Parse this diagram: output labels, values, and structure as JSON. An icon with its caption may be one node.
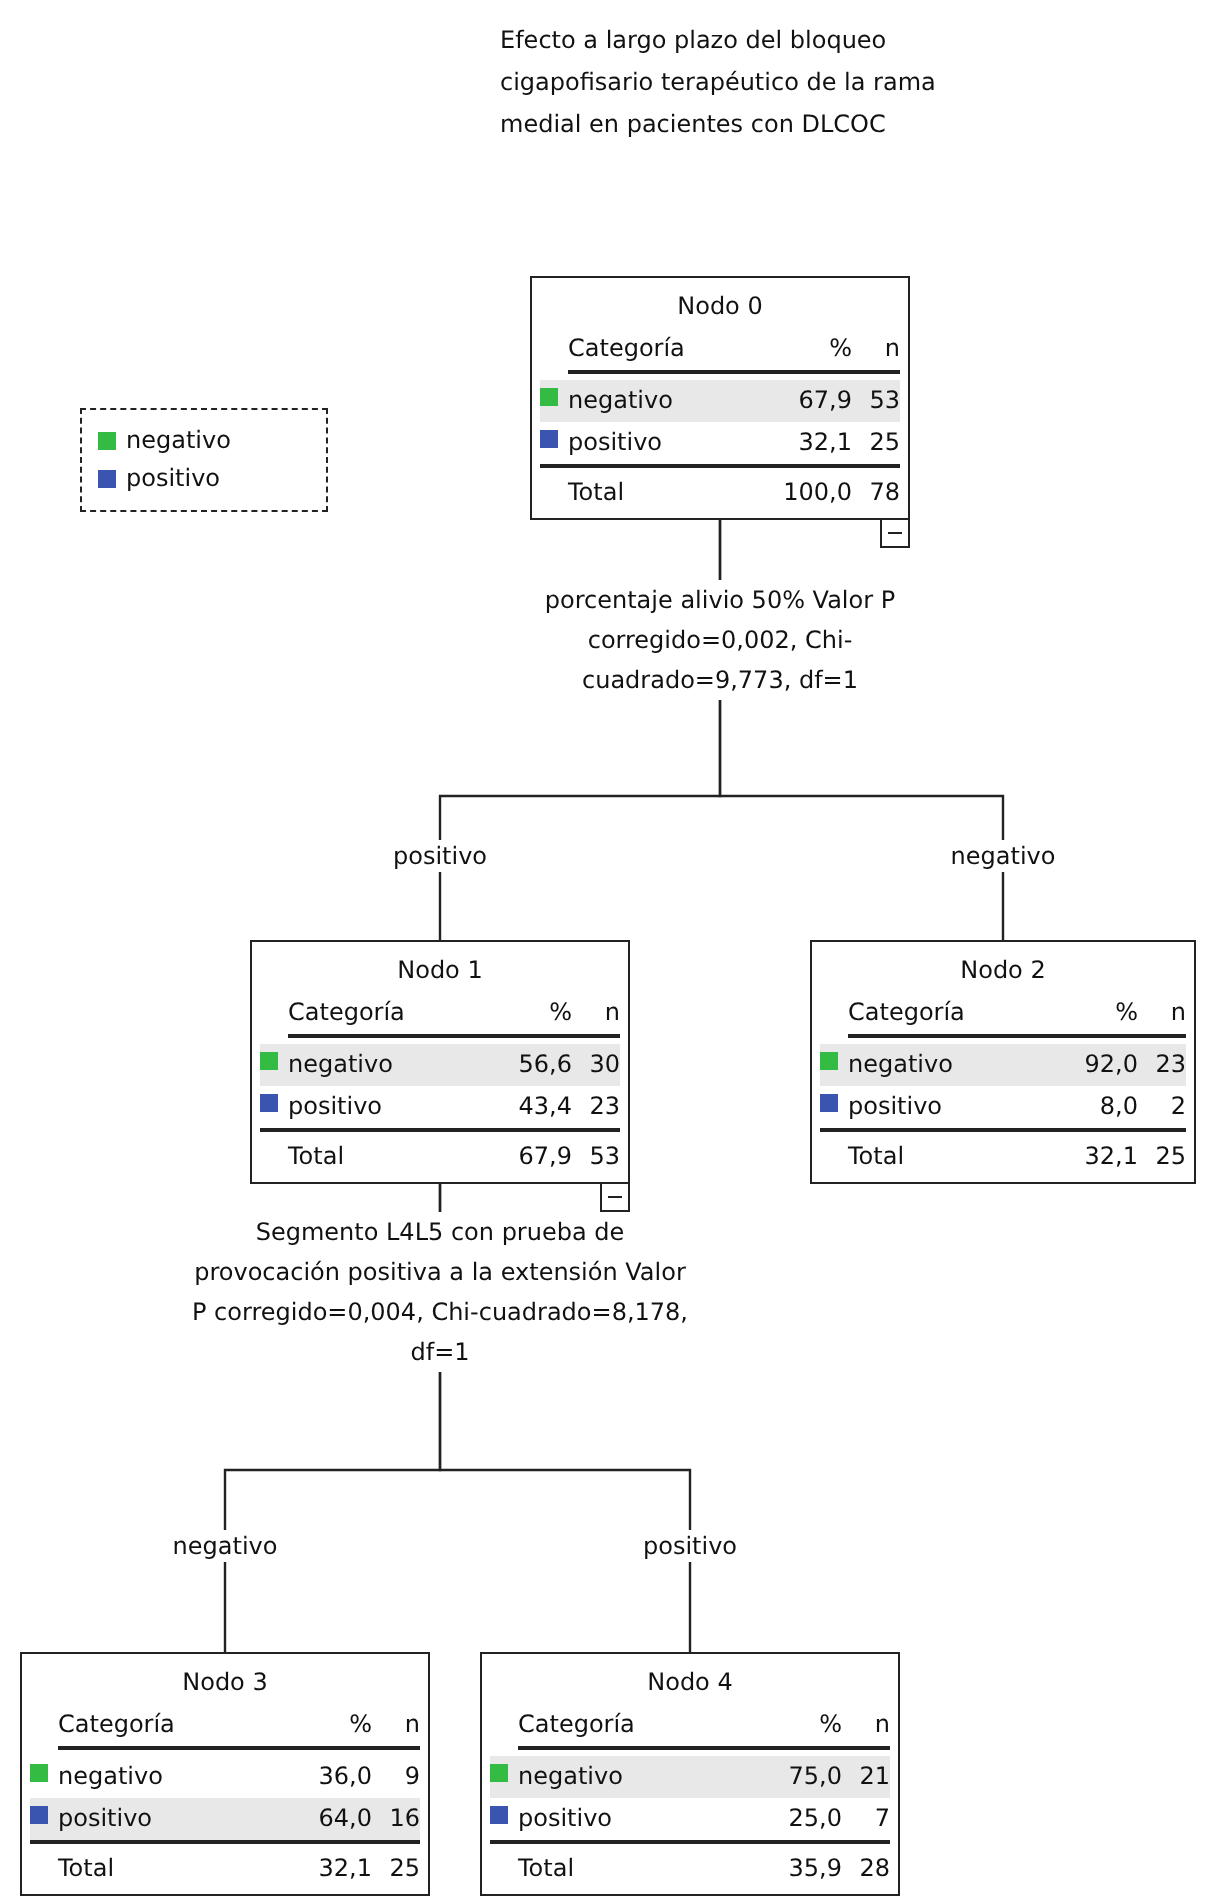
{
  "diagram": {
    "title": "Efecto a largo plazo del bloqueo cigapofisario terapéutico de la rama medial en pacientes con DLCOC",
    "nodes": [
      {
        "text": [
          "Nodo 0",
          "Categoría",
          "%",
          "n",
          "negativo",
          "67,9",
          "53",
          "positivo",
          "32,1",
          "25",
          "Total",
          "100,0",
          "78"
        ],
        "beside": [
          "porcentaje alivio 50% Valor P corregido=0,002, Chi-cuadrado=9,773, df=1"
        ]
      },
      {
        "text": [
          "Nodo 1",
          "Categoría",
          "%",
          "n",
          "negativo",
          "56,6",
          "30",
          "positivo",
          "43,4",
          "23",
          "Total",
          "67,9",
          "53"
        ],
        "beside": [
          "Segmento L4L5 con prueba de provocación positiva a la extensión Valor P corregido=0,004, Chi-cuadrado=8,178, df=1"
        ]
      },
      {
        "text": [
          "Nodo 2",
          "Categoría",
          "%",
          "n",
          "negativo",
          "92,0",
          "23",
          "positivo",
          "8,0",
          "2",
          "Total",
          "32,1",
          "25"
        ]
      },
      {
        "text": [
          "Nodo 3",
          "Categoría",
          "%",
          "n",
          "negativo",
          "36,0",
          "9",
          "positivo",
          "64,0",
          "16",
          "Total",
          "32,1",
          "25"
        ]
      },
      {
        "text": [
          "Nodo 4",
          "Categoría",
          "%",
          "n",
          "negativo",
          "75,0",
          "21",
          "positivo",
          "25,0",
          "7",
          "Total",
          "35,9",
          "28"
        ]
      }
    ],
    "edges": [
      {
        "from": 0,
        "to": 1,
        "arrow": "none",
        "label": "positivo"
      },
      {
        "from": 0,
        "to": 2,
        "arrow": "none",
        "label": "negativo"
      },
      {
        "from": 1,
        "to": 3,
        "arrow": "none",
        "label": "negativo"
      },
      {
        "from": 1,
        "to": 4,
        "arrow": "none",
        "label": "positivo"
      }
    ],
    "legend": [
      {
        "text": "negativo",
        "color": "#33bb44"
      },
      {
        "text": "positivo",
        "color": "#3a55b0"
      }
    ]
  }
}
